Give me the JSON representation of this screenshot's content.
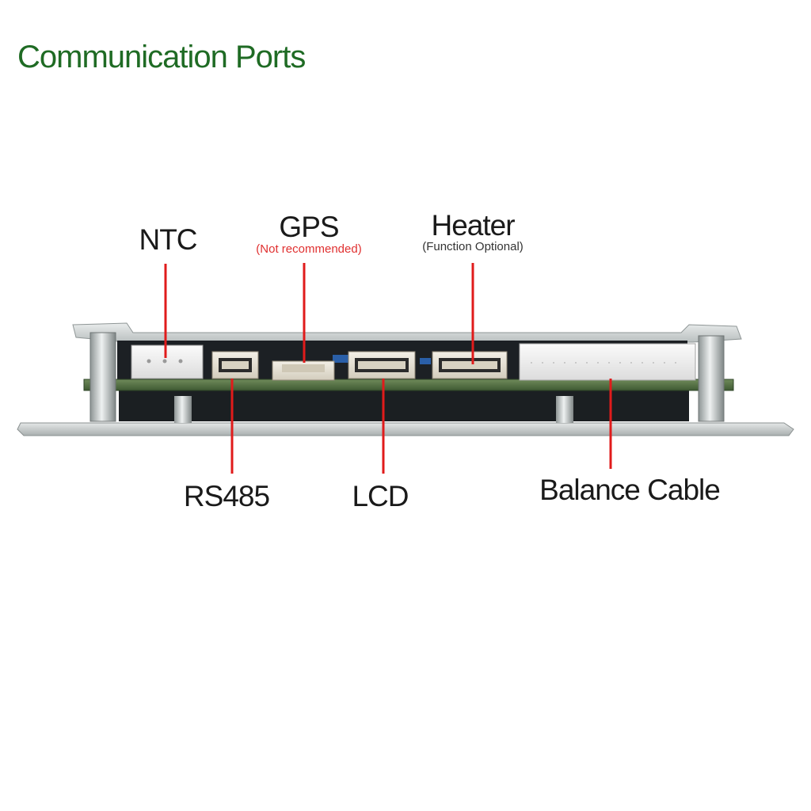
{
  "title": "Communication Ports",
  "colors": {
    "title": "#1f6b24",
    "pointer": "#e01b1b",
    "note_red": "#e03030"
  },
  "ports_top": [
    {
      "name": "NTC"
    },
    {
      "name": "GPS",
      "note": "(Not recommended)"
    },
    {
      "name": "Heater",
      "note": "(Function Optional)"
    }
  ],
  "ports_bottom": [
    {
      "name": "RS485"
    },
    {
      "name": "LCD"
    },
    {
      "name": "Balance Cable"
    }
  ]
}
